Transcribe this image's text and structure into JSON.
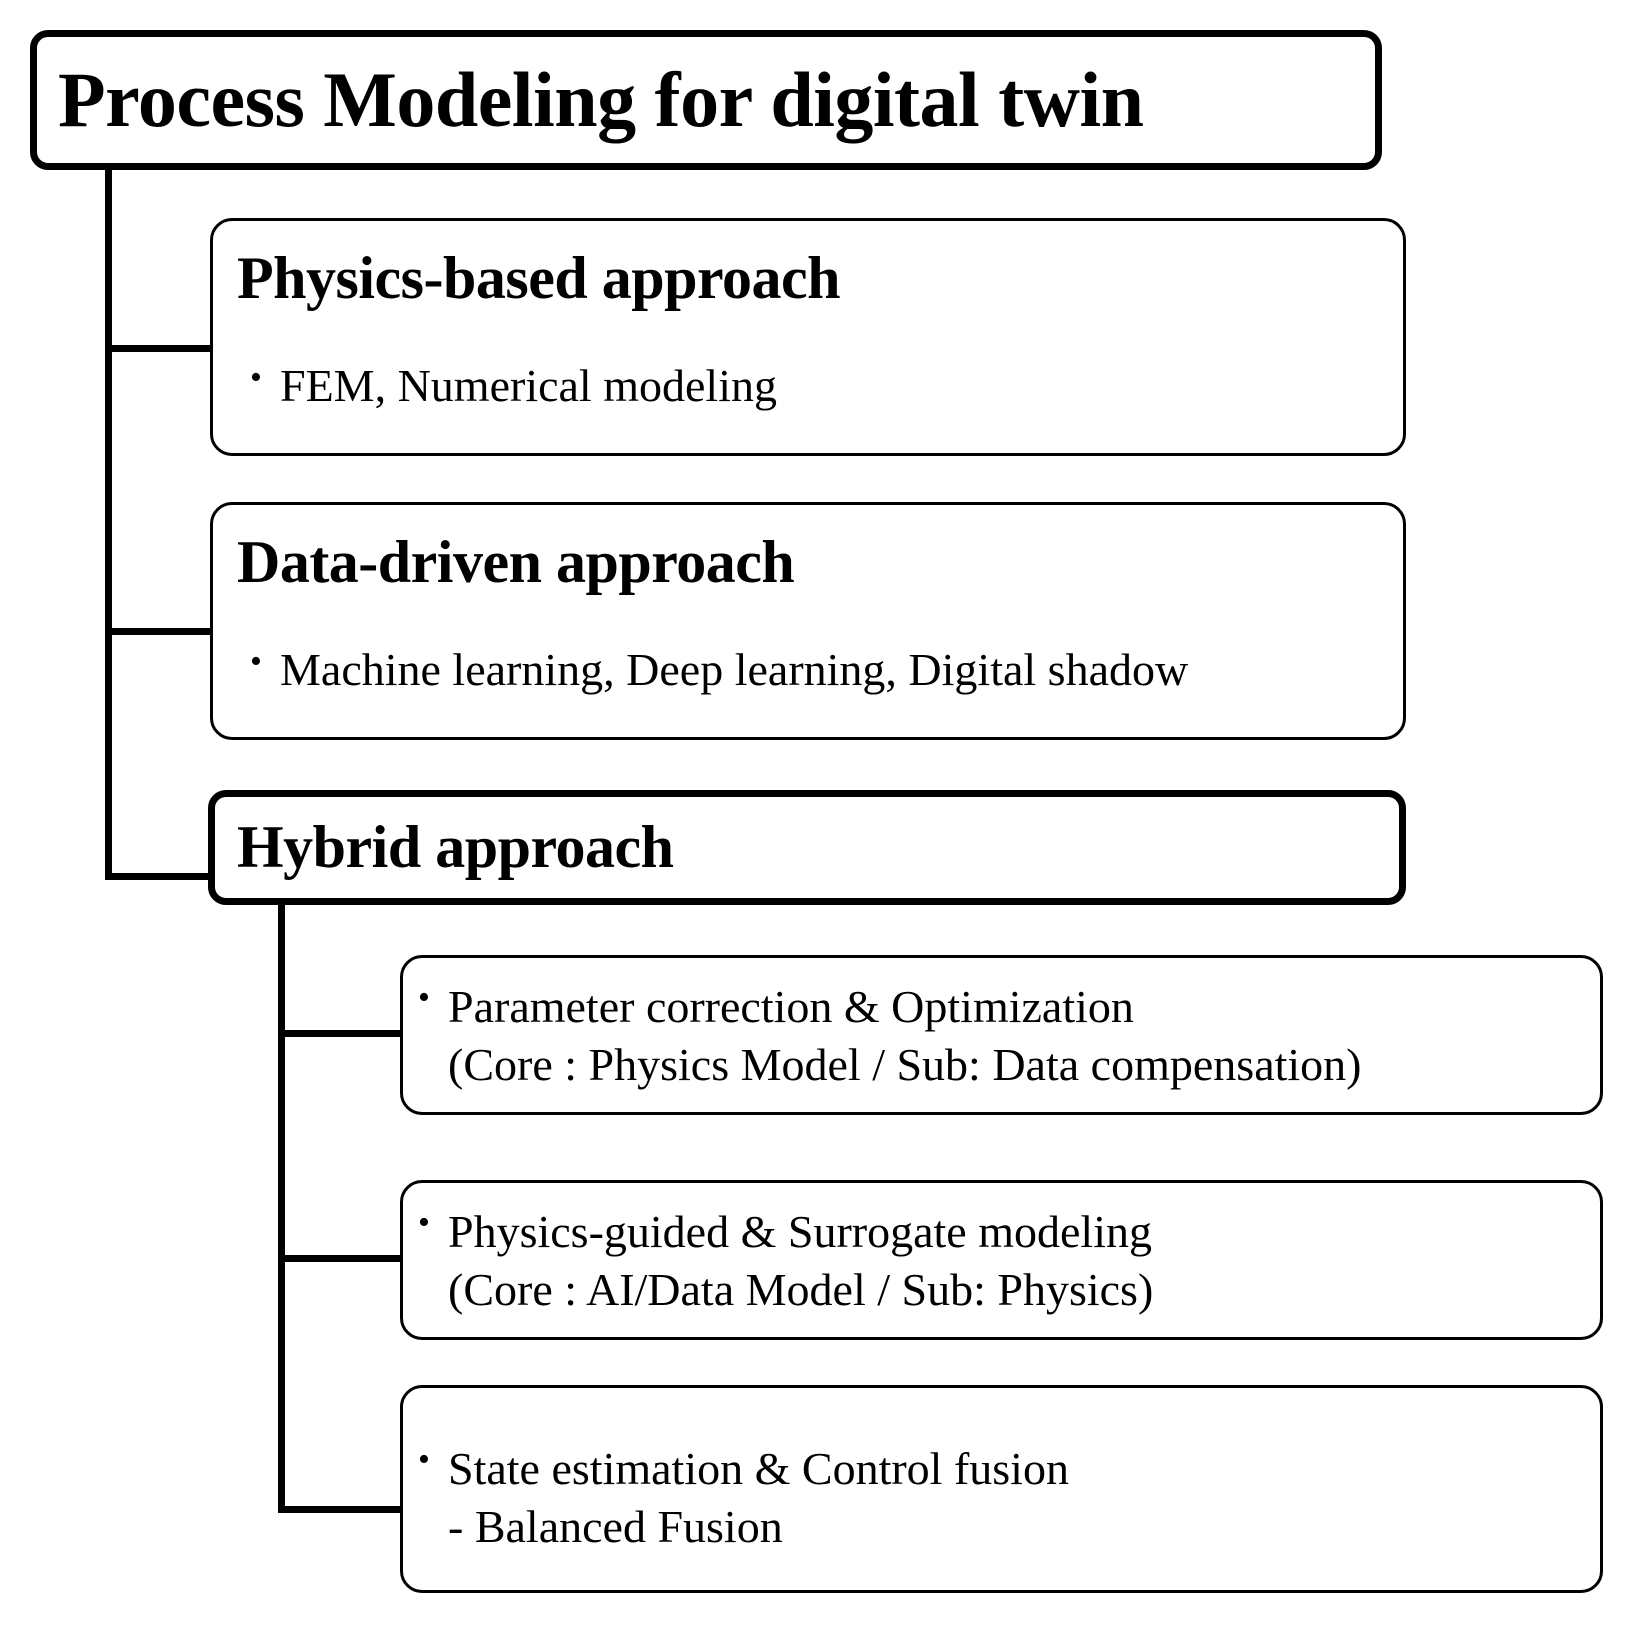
{
  "diagram": {
    "title_box": {
      "label": "Process Modeling for digital twin"
    },
    "branches": [
      {
        "heading": "Physics-based approach",
        "bullets": [
          {
            "marker": "•",
            "lines": [
              "FEM, Numerical modeling"
            ]
          }
        ]
      },
      {
        "heading": "Data-driven approach",
        "bullets": [
          {
            "marker": "•",
            "lines": [
              "Machine learning, Deep learning, Digital shadow"
            ]
          }
        ]
      },
      {
        "heading": "Hybrid approach",
        "bullets": []
      }
    ],
    "hybrid_children": [
      {
        "marker": "•",
        "lines": [
          "Parameter correction & Optimization",
          "(Core : Physics Model  /  Sub: Data compensation)"
        ]
      },
      {
        "marker": "•",
        "lines": [
          "Physics-guided & Surrogate modeling",
          "(Core : AI/Data Model  /  Sub: Physics)"
        ]
      },
      {
        "marker": "•",
        "lines": [
          "State estimation & Control fusion",
          "- Balanced Fusion"
        ]
      }
    ],
    "colors": {
      "stroke": "#000000",
      "background": "#ffffff"
    }
  }
}
